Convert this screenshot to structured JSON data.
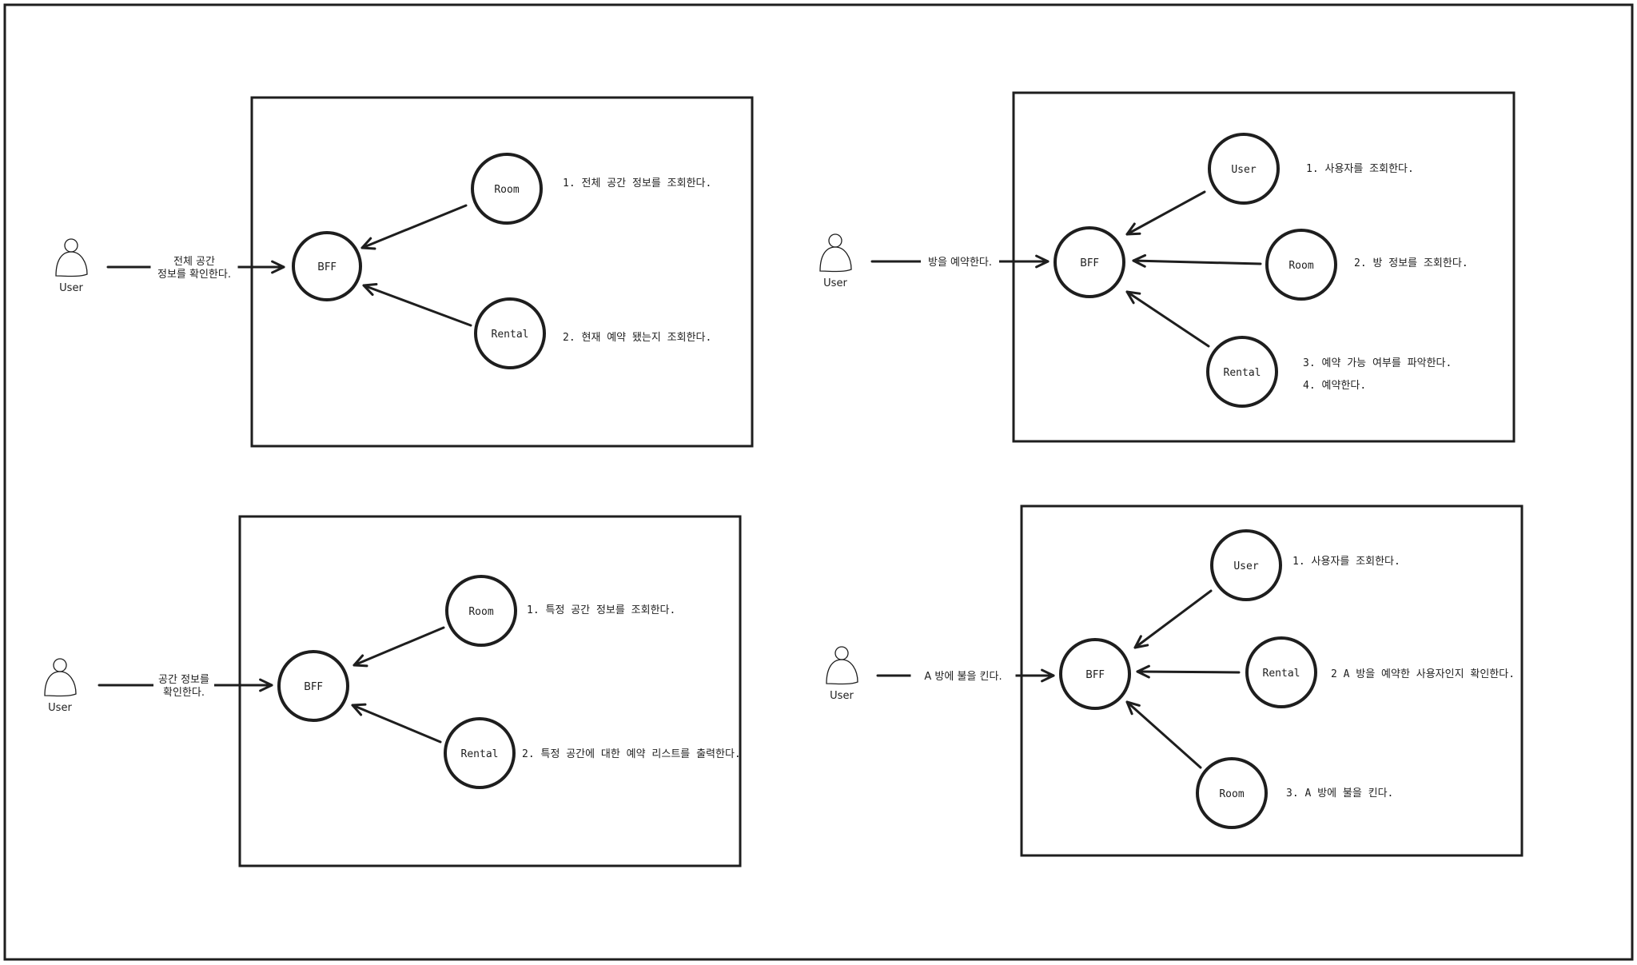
{
  "colors": {
    "ink": "#1e1e1e",
    "background": "#ffffff"
  },
  "diagrams": [
    {
      "id": "view-all-spaces",
      "actor": "User",
      "request": [
        "전체 공간",
        "정보를 확인한다."
      ],
      "hub": "BFF",
      "services": [
        {
          "name": "Room",
          "steps": [
            "1. 전체 공간 정보를 조회한다."
          ]
        },
        {
          "name": "Rental",
          "steps": [
            "2. 현재 예약 됐는지 조회한다."
          ]
        }
      ]
    },
    {
      "id": "reserve-room",
      "actor": "User",
      "request": [
        "방을 예약한다."
      ],
      "hub": "BFF",
      "services": [
        {
          "name": "User",
          "steps": [
            "1. 사용자를 조회한다."
          ]
        },
        {
          "name": "Room",
          "steps": [
            "2. 방 정보를 조회한다."
          ]
        },
        {
          "name": "Rental",
          "steps": [
            "3. 예약 가능 여부를 파악한다.",
            "4. 예약한다."
          ]
        }
      ]
    },
    {
      "id": "view-space-detail",
      "actor": "User",
      "request": [
        "공간 정보를",
        "확인한다."
      ],
      "hub": "BFF",
      "services": [
        {
          "name": "Room",
          "steps": [
            "1. 특정 공간 정보를 조회한다."
          ]
        },
        {
          "name": "Rental",
          "steps": [
            "2. 특정 공간에 대한 예약 리스트를 출력한다."
          ]
        }
      ]
    },
    {
      "id": "turn-on-light",
      "actor": "User",
      "request": [
        "A 방에 불을 킨다."
      ],
      "hub": "BFF",
      "services": [
        {
          "name": "User",
          "steps": [
            "1. 사용자를 조회한다."
          ]
        },
        {
          "name": "Rental",
          "steps": [
            "2  A 방을 예약한 사용자인지 확인한다."
          ]
        },
        {
          "name": "Room",
          "steps": [
            "3. A 방에 불을 킨다."
          ]
        }
      ]
    }
  ]
}
